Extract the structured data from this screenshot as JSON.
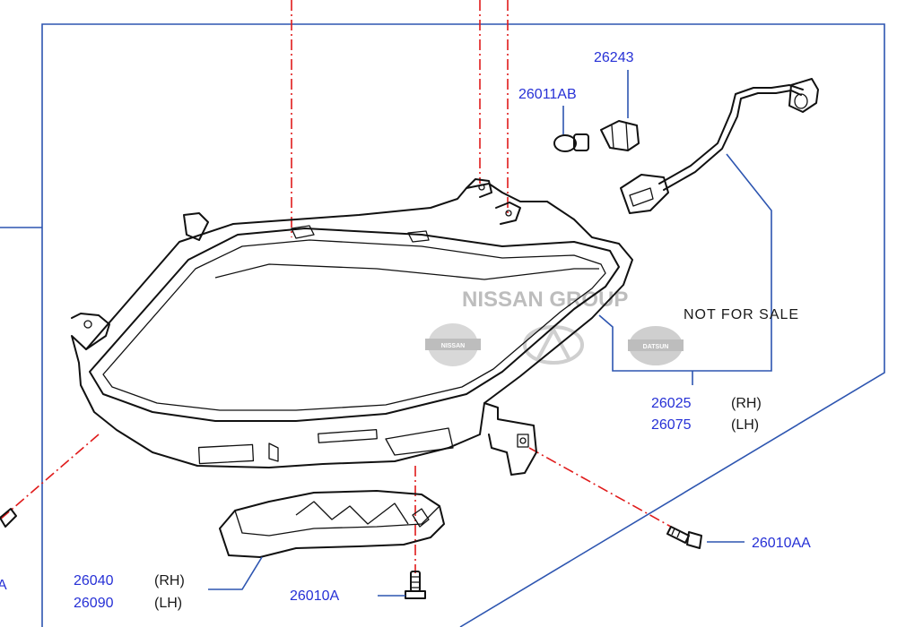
{
  "diagram": {
    "watermark": {
      "group_text": "NISSAN GROUP",
      "logos": [
        {
          "name": "nissan-logo",
          "text": "NISSAN"
        },
        {
          "name": "infiniti-logo",
          "text": ""
        },
        {
          "name": "datsun-logo",
          "text": "DATSUN"
        }
      ]
    },
    "note": "NOT   FOR   SALE",
    "callouts": {
      "bulb_socket": "26243",
      "bulb": "26011AB",
      "headlamp_rh": {
        "part": "26025",
        "side": "(RH)"
      },
      "headlamp_lh": {
        "part": "26075",
        "side": "(LH)"
      },
      "bracket_rh": {
        "part": "26040",
        "side": "(RH)"
      },
      "bracket_lh": {
        "part": "26090",
        "side": "(LH)"
      },
      "bolt_bottom": "26010A",
      "bolt_right": "26010AA",
      "cut_off_label": "A"
    },
    "colors": {
      "part_number": "#2630d6",
      "frame": "#2d55b0",
      "center_line": "#e01b1b",
      "ink": "#111111",
      "watermark": "#bdbdbd"
    }
  }
}
